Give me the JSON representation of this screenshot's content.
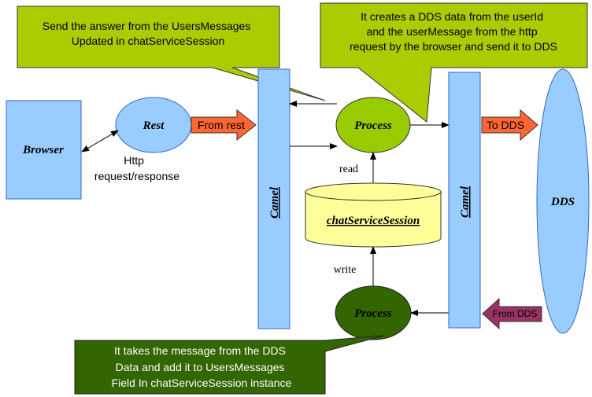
{
  "nodes": {
    "browser": "Browser",
    "rest": "Rest",
    "camel_left": "Camel",
    "camel_right": "Camel",
    "process_top": "Process",
    "process_bottom": "Process",
    "session": "chatServiceSession",
    "dds": "DDS"
  },
  "edge_labels": {
    "http_line1": "Http",
    "http_line2": "request/response",
    "read": "read",
    "write": "write",
    "from_rest": "From rest",
    "to_dds": "To DDS",
    "from_dds": "From DDS"
  },
  "callouts": {
    "top_left": [
      "Send the answer from the UsersMessages",
      "Updated in chatServiceSession"
    ],
    "top_right": [
      "It creates a DDS data from the userId",
      "and the userMessage from the http",
      "request by the browser and send it to DDS"
    ],
    "bottom": [
      "It takes the message from the DDS",
      "Data and add it to UsersMessages",
      "Field In chatServiceSession instance"
    ]
  },
  "colors": {
    "blue_box": "#99ccff",
    "process_green": "#99cc00",
    "process_dark": "#336600",
    "callout_green": "#aacc00",
    "callout_dark": "#336600",
    "orange_arrow": "#ff6633",
    "purple_arrow": "#993366",
    "cylinder": "#ffff99"
  }
}
